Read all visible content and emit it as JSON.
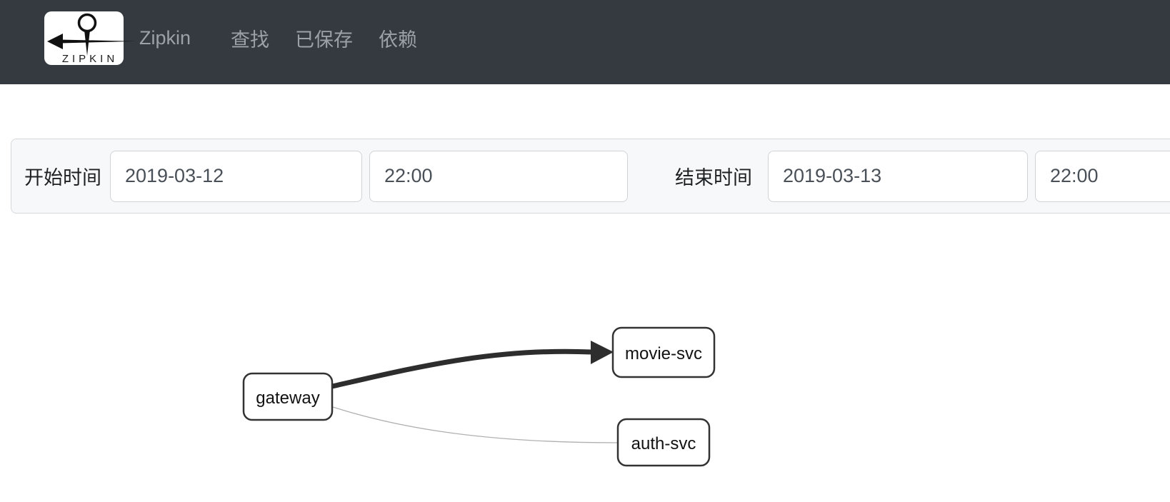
{
  "navbar": {
    "logo_text": "ZIPKIN",
    "brand": "Zipkin",
    "items": [
      "查找",
      "已保存",
      "依赖"
    ],
    "bg_color": "#343a40",
    "text_color": "#9ba1a6"
  },
  "filter": {
    "start_label": "开始时间",
    "start_date": "2019-03-12",
    "start_time": "22:00",
    "end_label": "结束时间",
    "end_date": "2019-03-13",
    "end_time": "22:00"
  },
  "graph": {
    "nodes": [
      {
        "id": "gateway",
        "label": "gateway"
      },
      {
        "id": "movie-svc",
        "label": "movie-svc"
      },
      {
        "id": "auth-svc",
        "label": "auth-svc"
      }
    ],
    "edges": [
      {
        "from": "gateway",
        "to": "movie-svc",
        "weight": "thick"
      },
      {
        "from": "gateway",
        "to": "auth-svc",
        "weight": "thin"
      }
    ],
    "colors": {
      "edge_dark": "#2d2d2d",
      "edge_light": "#b0b0b0",
      "node_border": "#333333"
    }
  }
}
